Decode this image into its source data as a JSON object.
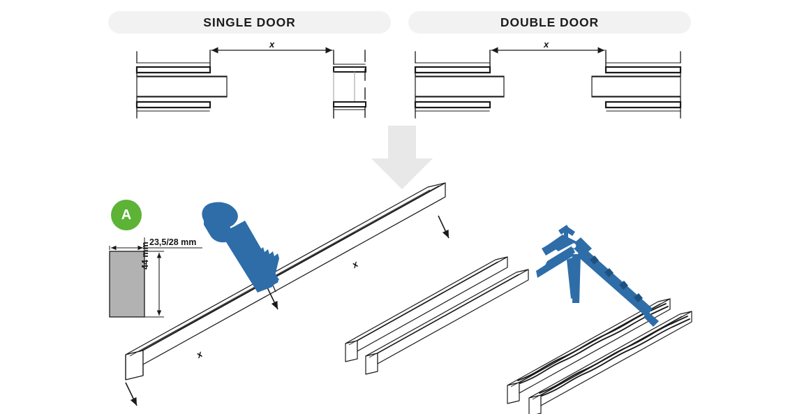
{
  "diagram": {
    "title": "Door frame profile cutting and sealing instructions",
    "background_color": "#ffffff"
  },
  "headers": {
    "single_door": "SINGLE DOOR",
    "double_door": "DOUBLE DOOR",
    "pill_color": "#f2f2f2"
  },
  "plan_views": {
    "single": {
      "dimension_label": "x",
      "description": "Single door frame plan view with hinge jamb at left and strike jamb at right"
    },
    "double": {
      "dimension_label": "x",
      "description": "Double door frame plan view with two jambs"
    }
  },
  "flow_arrow": {
    "direction": "down",
    "color": "#e8e8e8"
  },
  "step_a": {
    "badge_letter": "A",
    "badge_color": "#5cb335",
    "badge_text_color": "#ffffff",
    "profile_section": {
      "width_label": "23,5/28 mm",
      "height_label": "44 mm",
      "fill_color": "#b2b2b2"
    },
    "tools": {
      "saw": "handsaw-icon",
      "caulking_gun": "caulking-gun-icon",
      "tool_color": "#2e6da8"
    },
    "cut_labels": {
      "upper": "x",
      "lower": "x"
    }
  },
  "profiles": {
    "long_profile": "timber-profile-uncut",
    "cut_pair": "timber-profile-cut-pair",
    "sealed_pair": "timber-profile-sealed-pair"
  },
  "colors": {
    "line": "#1a1a1a",
    "line_light": "#8a8a8a",
    "tool_blue": "#2e6da8",
    "tool_blue_dark": "#1f5180",
    "accent_green": "#5cb335",
    "gray_fill": "#b2b2b2",
    "arrow_gray": "#e8e8e8"
  }
}
